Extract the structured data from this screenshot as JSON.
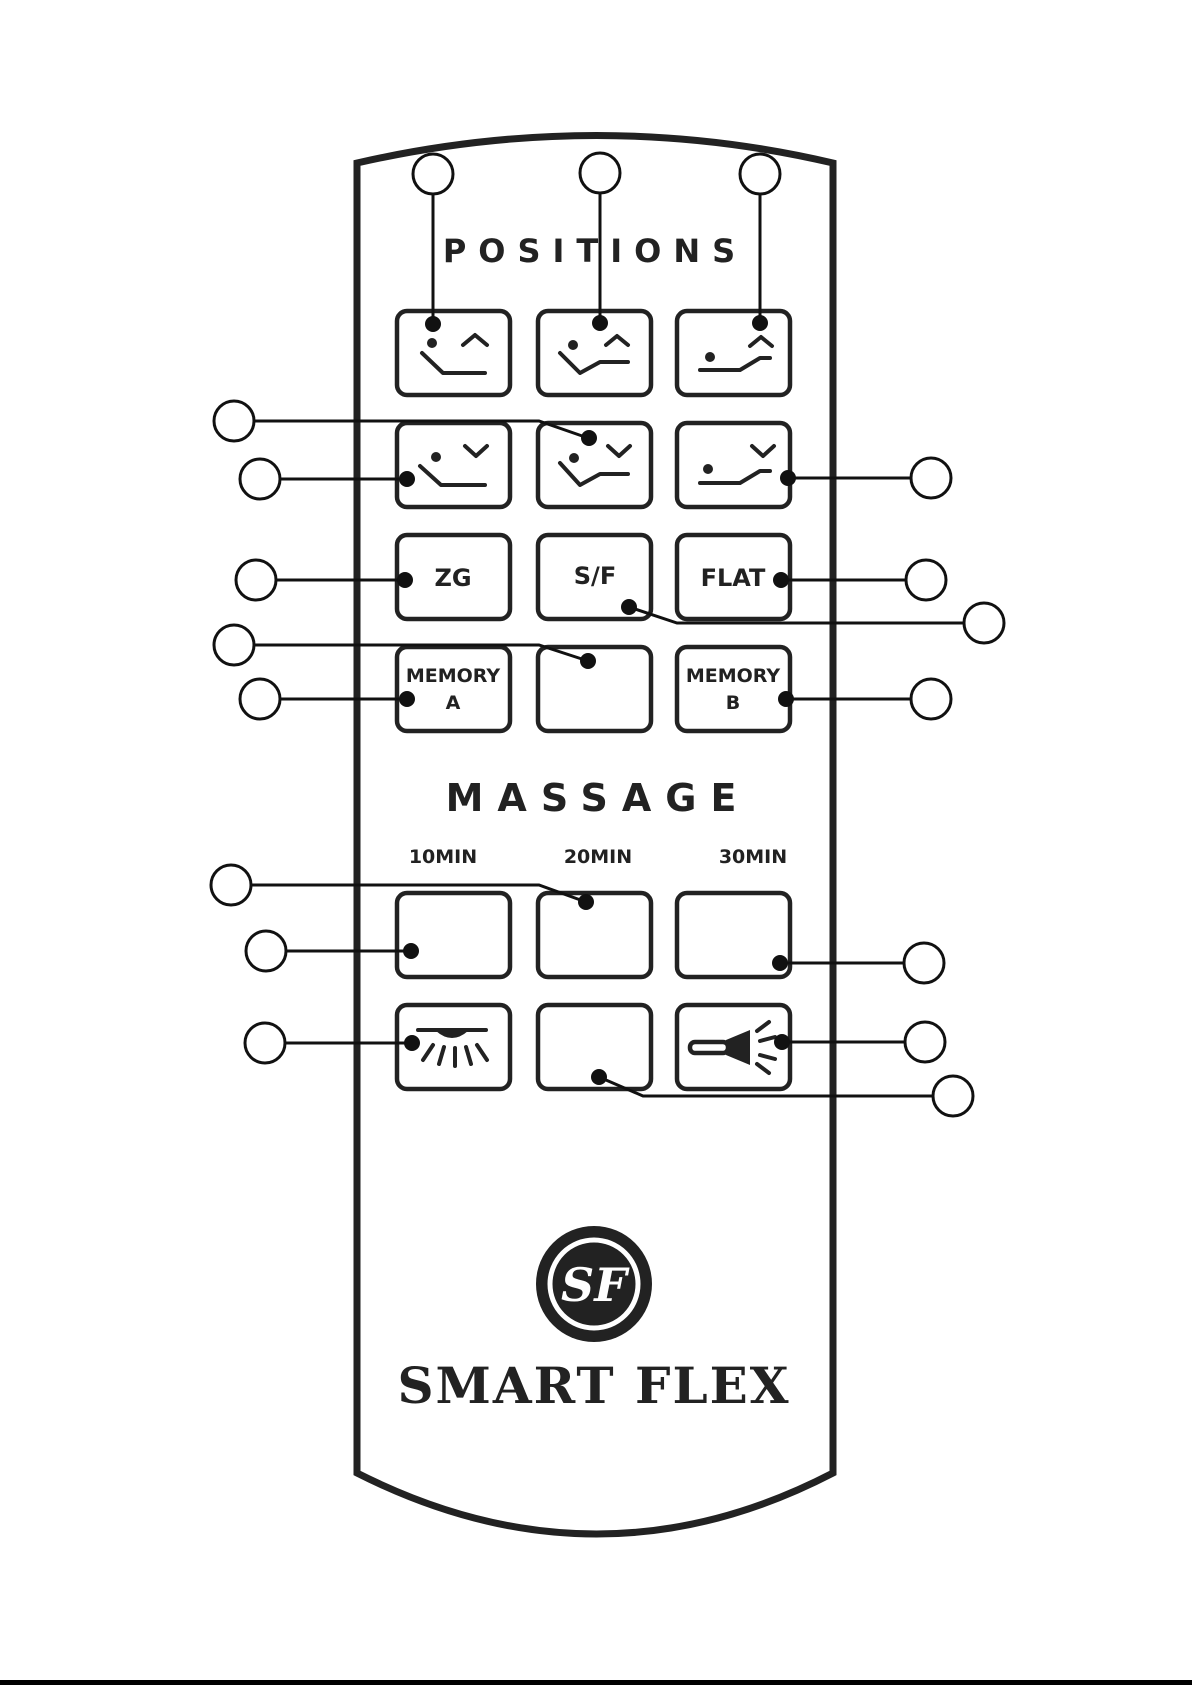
{
  "sections": {
    "positions_title": "POSITIONS",
    "massage_title": "MASSAGE"
  },
  "buttons": {
    "zg": "ZG",
    "sf": "S/F",
    "flat": "FLAT",
    "memory_a_line1": "MEMORY",
    "memory_a_line2": "A",
    "memory_b_line1": "MEMORY",
    "memory_b_line2": "B"
  },
  "timers": [
    "10MIN",
    "20MIN",
    "30MIN"
  ],
  "brand": {
    "name": "SMART FLEX",
    "logo_letters": "SF"
  },
  "icons": {
    "head_up": "head-up-icon",
    "back_up": "back-up-icon",
    "feet_up": "feet-up-icon",
    "head_down": "head-down-icon",
    "back_down": "back-down-icon",
    "feet_down": "feet-down-icon",
    "light": "under-bed-light-icon",
    "flashlight": "flashlight-icon"
  },
  "colors": {
    "ink": "#222222",
    "background": "#ffffff"
  }
}
